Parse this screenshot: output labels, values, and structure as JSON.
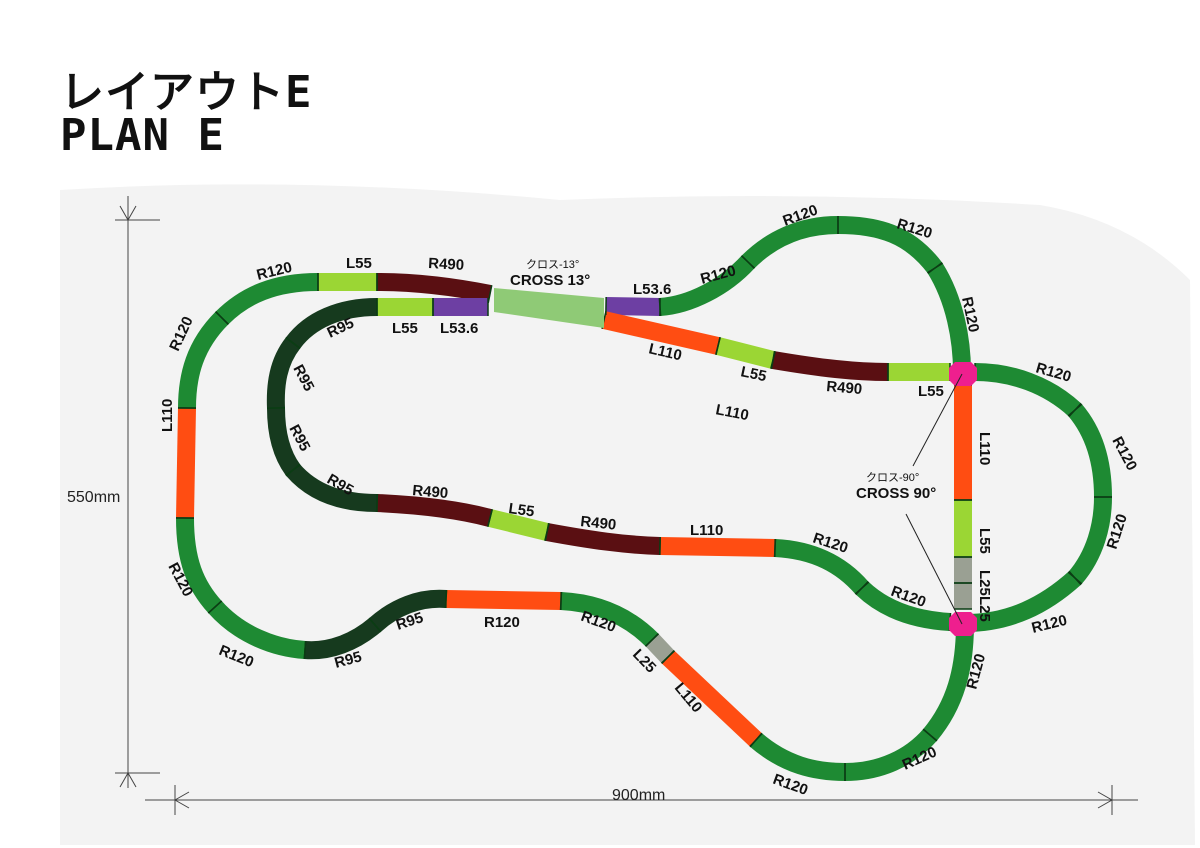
{
  "title": {
    "line1": "レイアウトE",
    "line2": "PLAN E"
  },
  "colors": {
    "R120": "#1e8a33",
    "R95": "#163a1e",
    "R490": "#5a0f12",
    "L110": "#ff4d12",
    "L55": "#9bd634",
    "L53.6": "#6d3fa3",
    "L25": "#9aa093",
    "cross13": "#8fca76",
    "cross90": "#ee1f8e",
    "joint": "#0b3d14"
  },
  "dimensions": {
    "width_label": "900mm",
    "height_label": "550mm"
  },
  "annotations": {
    "cross13_jp": "クロス-13°",
    "cross13_en": "CROSS 13°",
    "cross90_jp": "クロス-90°",
    "cross90_en": "CROSS 90°"
  },
  "labels": {
    "l01": "L55",
    "l02": "R490",
    "l03": "R120",
    "l04": "R120",
    "l05": "R120",
    "l06": "R120",
    "l07": "L53.6",
    "l08": "R120",
    "l09": "L110",
    "l10": "R120",
    "l11": "R120",
    "l12": "R120",
    "l13": "R120",
    "l14": "R120",
    "l15": "R120",
    "l16": "L110",
    "l17": "L55",
    "l18": "L25",
    "l19": "L25",
    "l20": "L55",
    "l21": "R490",
    "l22": "L110",
    "l23": "L55",
    "l24": "R95",
    "l25": "L55",
    "l26": "L53.6",
    "l27": "R95",
    "l28": "R95",
    "l29": "R95",
    "l30": "R490",
    "l31": "L55",
    "l32": "R490",
    "l33": "L110",
    "l34": "R120",
    "l35": "R120",
    "l36": "L110",
    "l37": "R120",
    "l38": "R95",
    "l39": "R95",
    "l40": "R120",
    "l41": "R120",
    "l42": "L25",
    "l43": "L110",
    "l44": "R120",
    "l45": "R120",
    "l46": "R120"
  }
}
